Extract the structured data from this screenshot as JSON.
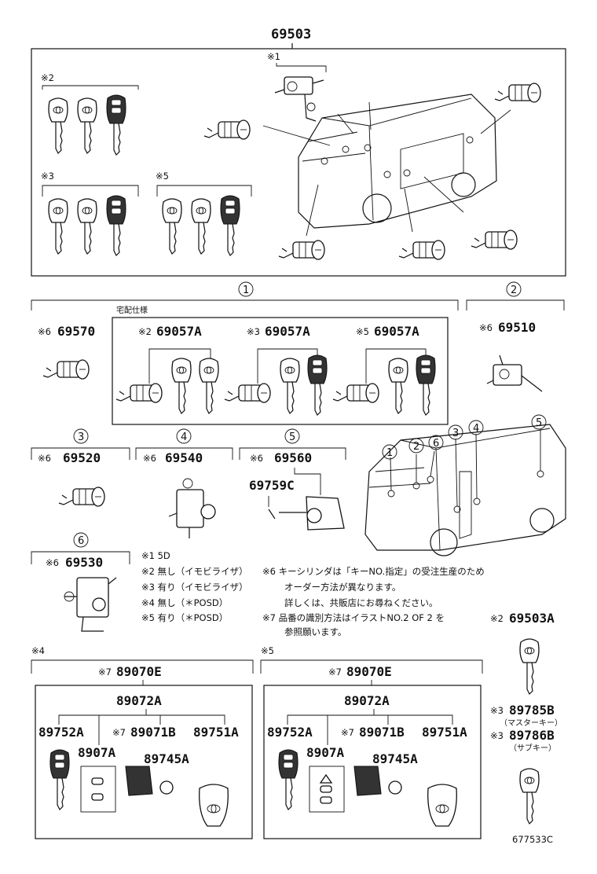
{
  "assembly": {
    "number": "69503",
    "notes_top": [
      "※1",
      "※2",
      "※3",
      "※5"
    ]
  },
  "sections": {
    "s1": {
      "label": "1"
    },
    "s2": {
      "label": "2"
    },
    "s3": {
      "label": "3"
    },
    "s4": {
      "label": "4"
    },
    "s5": {
      "label": "5"
    },
    "s6": {
      "label": "6"
    }
  },
  "parts": {
    "p69570": {
      "prefix": "※6",
      "number": "69570"
    },
    "takuhai": "宅配仕様",
    "p69057a_2": {
      "prefix": "※2",
      "number": "69057A"
    },
    "p69057a_3": {
      "prefix": "※3",
      "number": "69057A"
    },
    "p69057a_5": {
      "prefix": "※5",
      "number": "69057A"
    },
    "p69510": {
      "prefix": "※6",
      "number": "69510"
    },
    "p69520": {
      "prefix": "※6",
      "number": "69520"
    },
    "p69540": {
      "prefix": "※6",
      "number": "69540"
    },
    "p69560": {
      "prefix": "※6",
      "number": "69560"
    },
    "p69759c": {
      "number": "69759C"
    },
    "p69530": {
      "prefix": "※6",
      "number": "69530"
    },
    "p69503a": {
      "prefix": "※2",
      "number": "69503A"
    },
    "p89785b": {
      "prefix": "※3",
      "number": "89785B",
      "sub": "（マスターキー）"
    },
    "p89786b": {
      "prefix": "※3",
      "number": "89786B",
      "sub": "（サブキー）"
    }
  },
  "van_labels": [
    "1",
    "2",
    "6",
    "3",
    "4",
    "5"
  ],
  "legend": [
    "※1 5D",
    "※2 無し（イモビライザ）",
    "※3 有り（イモビライザ）",
    "※4 無し（＊POSD）",
    "※5 有り（＊POSD）"
  ],
  "legend_right": [
    "※6 キーシリンダは「キーNO.指定」の受注生産のため",
    "オーダー方法が異なります。",
    "詳しくは、共販店にお尋ねください。",
    "※7 品番の識別方法はイラストNO.2 OF 2 を",
    "参照願います。"
  ],
  "remote_left": {
    "tag": "※4",
    "top": {
      "prefix": "※7",
      "number": "89070E"
    },
    "mid": "89072A",
    "items": [
      {
        "prefix": "",
        "number": "89752A"
      },
      {
        "prefix": "",
        "number": "8907A"
      },
      {
        "prefix": "※7",
        "number": "89071B"
      },
      {
        "prefix": "",
        "number": "89751A"
      },
      {
        "prefix": "",
        "number": "89745A"
      }
    ]
  },
  "remote_right": {
    "tag": "※5",
    "top": {
      "prefix": "※7",
      "number": "89070E"
    },
    "mid": "89072A",
    "items": [
      {
        "prefix": "",
        "number": "89752A"
      },
      {
        "prefix": "",
        "number": "8907A"
      },
      {
        "prefix": "※7",
        "number": "89071B"
      },
      {
        "prefix": "",
        "number": "89751A"
      },
      {
        "prefix": "",
        "number": "89745A"
      }
    ]
  },
  "illustration_code": "677533C"
}
